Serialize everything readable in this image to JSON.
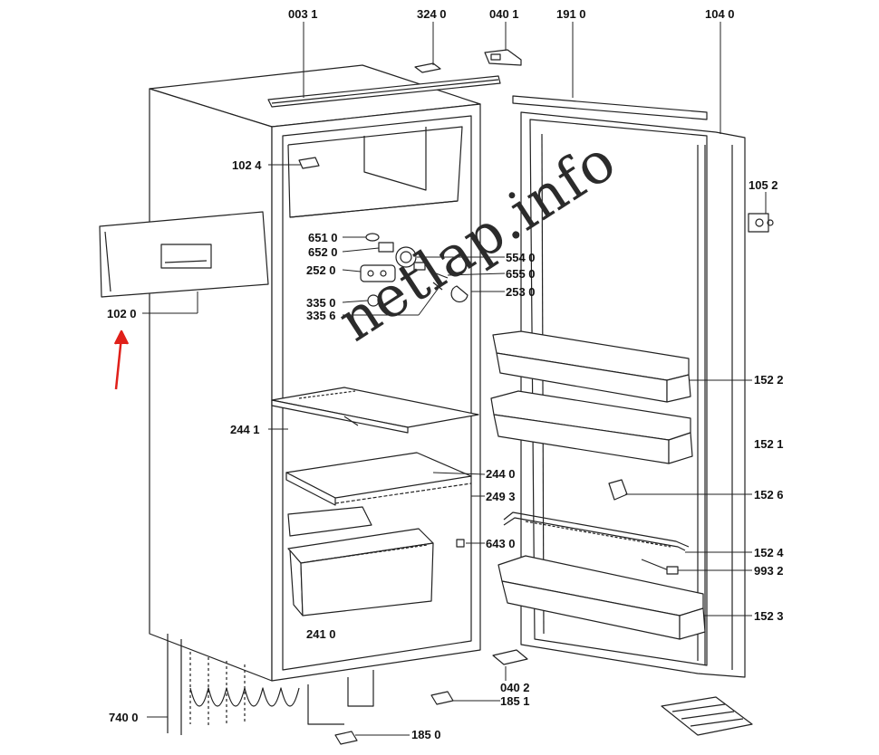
{
  "parts": {
    "p0031": "003 1",
    "p3240": "324 0",
    "p0401": "040 1",
    "p1910": "191 0",
    "p1040": "104 0",
    "p1024": "102 4",
    "p1052": "105 2",
    "p6510": "651 0",
    "p6520": "652 0",
    "p2520": "252 0",
    "p5540": "554 0",
    "p6550": "655 0",
    "p2530": "253 0",
    "p3350": "335 0",
    "p3356": "335 6",
    "p1020": "102 0",
    "p1522": "152 2",
    "p2441": "244 1",
    "p1521": "152 1",
    "p2440": "244 0",
    "p2493": "249 3",
    "p1526": "152 6",
    "p6430": "643 0",
    "p1524": "152 4",
    "p9932": "993 2",
    "p2410": "241 0",
    "p1523": "152 3",
    "p0402": "040 2",
    "p1851": "185 1",
    "p7400": "740 0",
    "p1850": "185 0"
  },
  "watermark": "netlap.info",
  "colors": {
    "line": "#222222",
    "arrow": "#e0201a",
    "fill": "#ffffff"
  }
}
